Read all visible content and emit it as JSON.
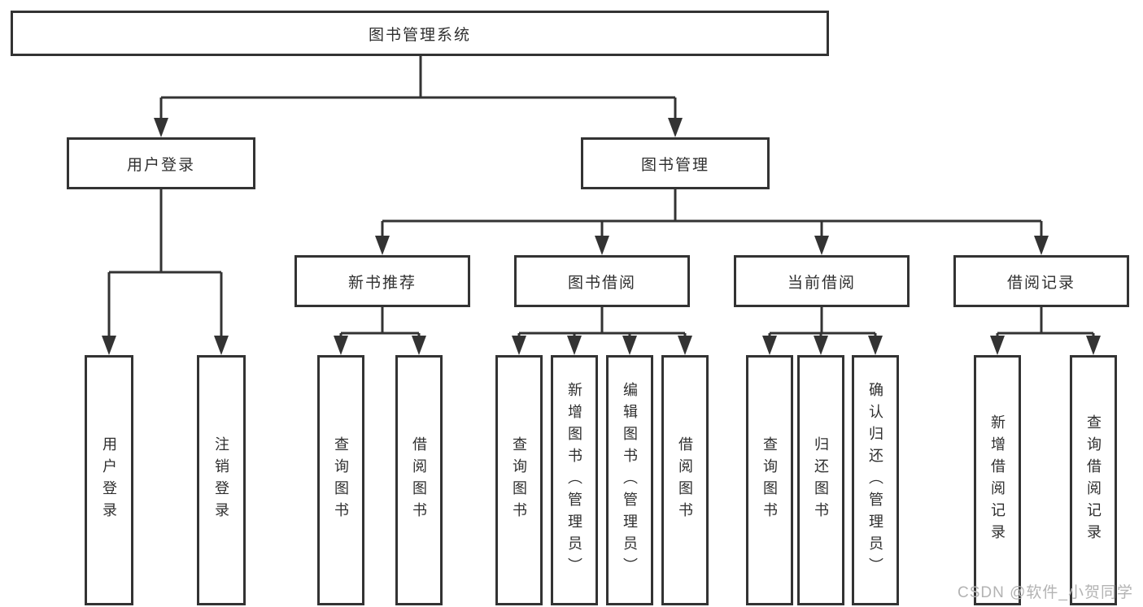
{
  "diagram": {
    "title": "图书管理系统",
    "nodes": {
      "root": {
        "label": "图书管理系统"
      },
      "user_login": {
        "label": "用户登录",
        "children": [
          {
            "label": "用户登录"
          },
          {
            "label": "注销登录"
          }
        ]
      },
      "book_mgmt": {
        "label": "图书管理",
        "children": [
          {
            "label": "新书推荐",
            "children": [
              {
                "label": "查询图书"
              },
              {
                "label": "借阅图书"
              }
            ]
          },
          {
            "label": "图书借阅",
            "children": [
              {
                "label": "查询图书"
              },
              {
                "label": "新增图书（管理员）"
              },
              {
                "label": "编辑图书（管理员）"
              },
              {
                "label": "借阅图书"
              }
            ]
          },
          {
            "label": "当前借阅",
            "children": [
              {
                "label": "查询图书"
              },
              {
                "label": "归还图书"
              },
              {
                "label": "确认归还（管理员）"
              }
            ]
          },
          {
            "label": "借阅记录",
            "children": [
              {
                "label": "新增借阅记录"
              },
              {
                "label": "查询借阅记录"
              }
            ]
          }
        ]
      }
    },
    "colors": {
      "line": "#333333",
      "text": "#2f2f2f",
      "background": "#ffffff",
      "watermark": "#b3b3b3"
    }
  },
  "watermark": {
    "text": "CSDN @软件_小贺同学"
  }
}
